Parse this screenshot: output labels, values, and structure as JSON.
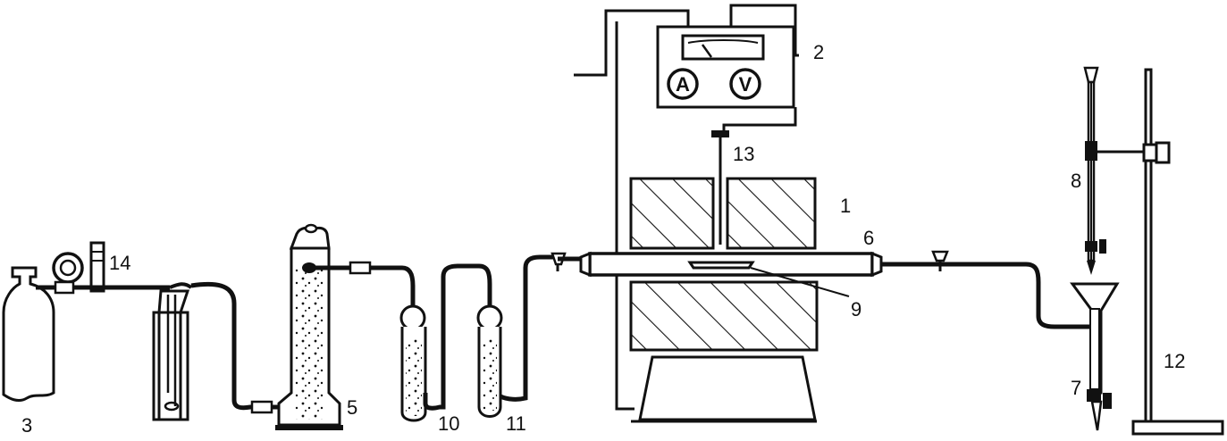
{
  "labels": {
    "n1": "1",
    "n2": "2",
    "n3": "3",
    "n5": "5",
    "n6": "6",
    "n7": "7",
    "n8": "8",
    "n9": "9",
    "n10": "10",
    "n11": "11",
    "n12": "12",
    "n13": "13",
    "n14": "14"
  },
  "meter_symbols": {
    "ammeter": "A",
    "voltmeter": "V"
  },
  "colors": {
    "ink": "#111111",
    "background": "#ffffff"
  }
}
